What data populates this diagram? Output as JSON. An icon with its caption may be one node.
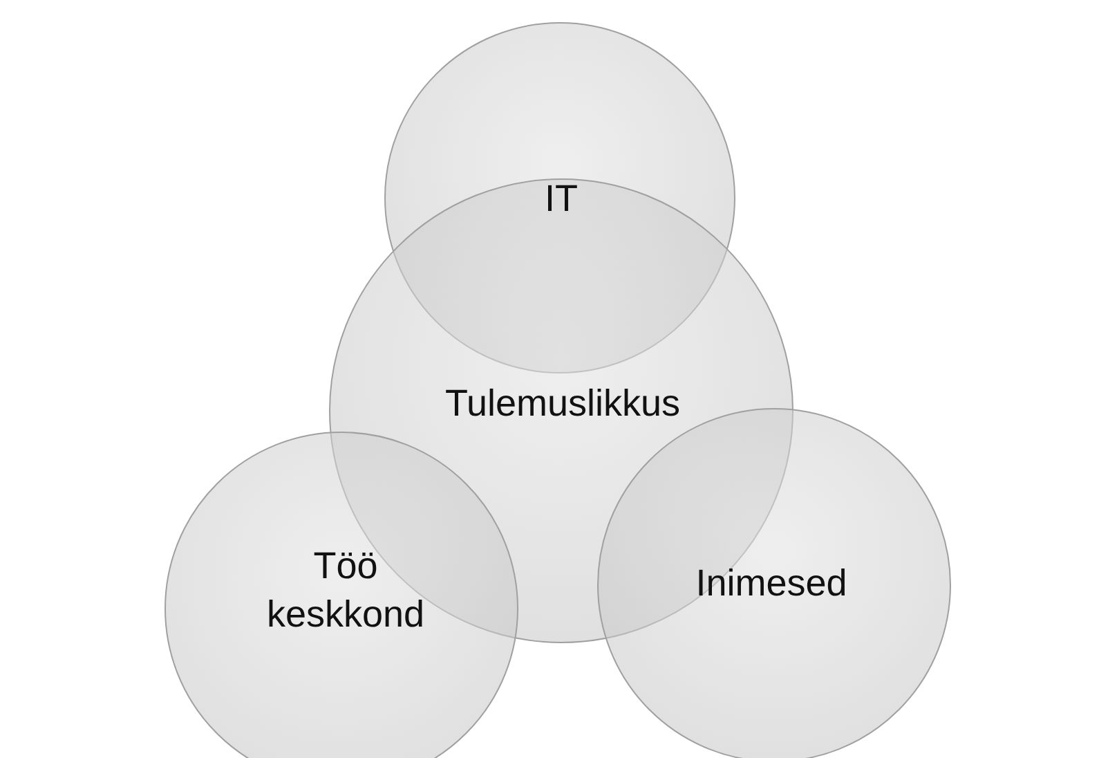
{
  "diagram": {
    "nodes": [
      {
        "text": [
          "IT"
        ]
      },
      {
        "text": [
          "Tulemuslikkus"
        ]
      },
      {
        "text": [
          "Töö keskkond"
        ]
      },
      {
        "text": [
          "Inimesed"
        ]
      }
    ]
  }
}
